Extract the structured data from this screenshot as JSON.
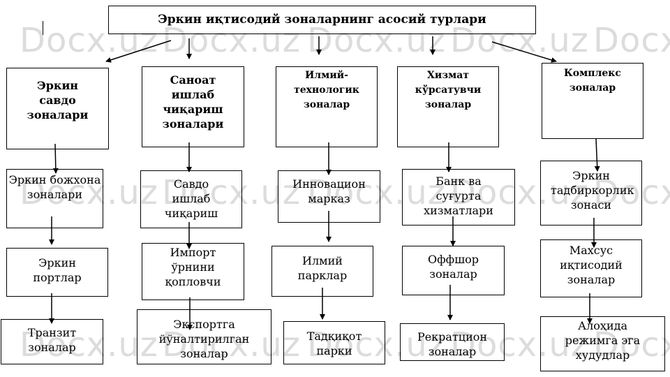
{
  "watermark": "Docx.uz",
  "title": "Эркин иқтисодий зоналарнинг асосий турлари",
  "columns": [
    {
      "head": "Эркин савдо зоналари",
      "items": [
        "Эркин божхона зоналари",
        "Эркин портлар",
        "Транзит зоналар"
      ]
    },
    {
      "head": "Саноат ишлаб чиқариш зоналари",
      "items": [
        "Савдо ишлаб чиқариш",
        "Импорт ўрнини қопловчи",
        "Экспортга йўналтирилган зоналар"
      ]
    },
    {
      "head": "Илмий-технологик зоналар",
      "items": [
        "Инновацион марказ",
        "Илмий парклар",
        "Тадқиқот парки"
      ]
    },
    {
      "head": "Хизмат кўрсатувчи зоналар",
      "items": [
        "Банк ва суғурта хизматлари",
        "Оффшор зоналар",
        "Рекратцион зоналар"
      ]
    },
    {
      "head": "Комплекс зоналар",
      "items": [
        "Эркин тадбиркорлик зонаси",
        "Махсус иқтисодий зоналар",
        "Алоҳида режимга эга худудлар"
      ]
    }
  ]
}
